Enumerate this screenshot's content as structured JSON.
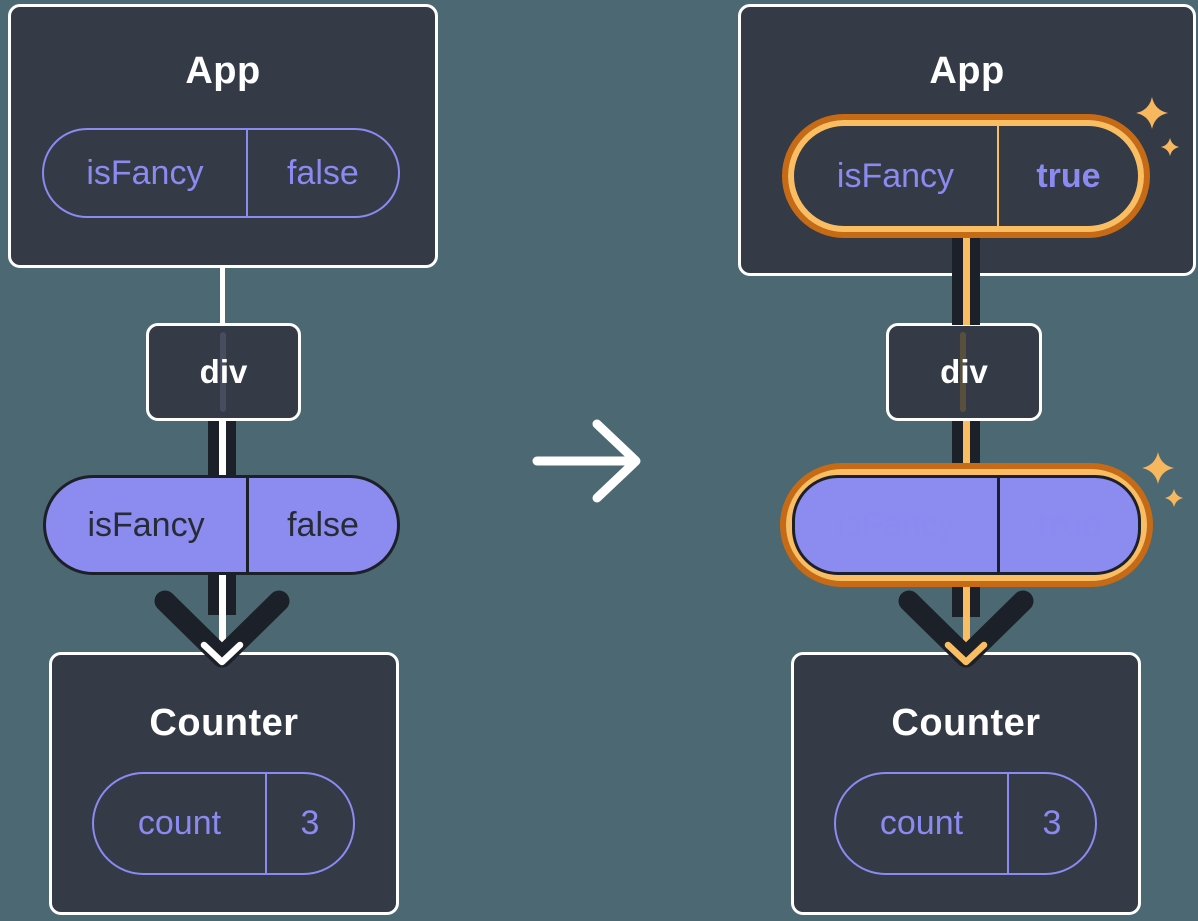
{
  "colors": {
    "background": "#4C6872",
    "component_box_fill": "#343A46",
    "component_box_border": "#FFFFFF",
    "purple_accent": "#8A8AF0",
    "purple_pill_fill": "#8B8BF0",
    "dark_ink": "#1C2028",
    "highlight_orange_dark": "#C76A15",
    "highlight_orange_light": "#FABD62",
    "sparkle": "#F6B75E"
  },
  "icons": {
    "transition": "arrow-right-icon",
    "prop_flow": "arrow-down-icon",
    "highlight": "sparkles-icon"
  },
  "before": {
    "app_title": "App",
    "prop_name": "isFancy",
    "prop_value": "false",
    "div_label": "div",
    "passed_prop_name": "isFancy",
    "passed_prop_value": "false",
    "counter_title": "Counter",
    "state_name": "count",
    "state_value": "3"
  },
  "after": {
    "app_title": "App",
    "prop_name": "isFancy",
    "prop_value": "true",
    "div_label": "div",
    "passed_prop_name": "isFancy",
    "passed_prop_value": "true",
    "counter_title": "Counter",
    "state_name": "count",
    "state_value": "3"
  }
}
